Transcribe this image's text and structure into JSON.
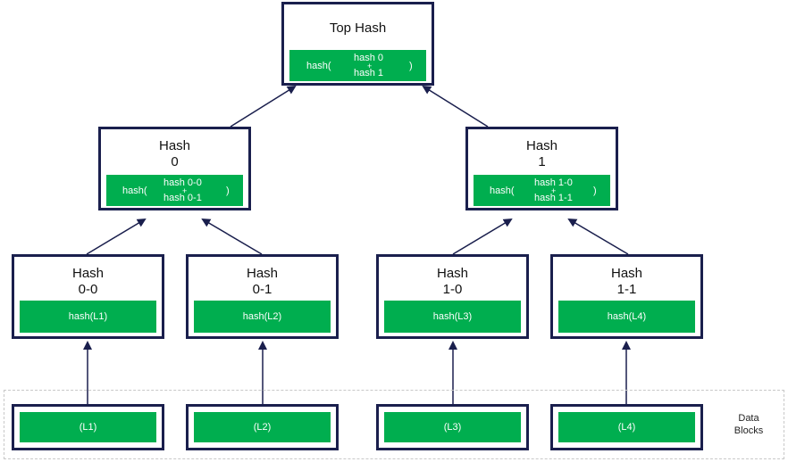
{
  "root": {
    "title": "Top Hash",
    "func": "hash(",
    "line1": "hash 0",
    "plus": "+",
    "line2": "hash 1",
    "close": ")"
  },
  "mid": [
    {
      "title1": "Hash",
      "title2": "0",
      "func": "hash(",
      "line1": "hash 0-0",
      "plus": "+",
      "line2": "hash 0-1",
      "close": ")"
    },
    {
      "title1": "Hash",
      "title2": "1",
      "func": "hash(",
      "line1": "hash 1-0",
      "plus": "+",
      "line2": "hash 1-1",
      "close": ")"
    }
  ],
  "leaves": [
    {
      "title1": "Hash",
      "title2": "0-0",
      "value": "hash(L1)"
    },
    {
      "title1": "Hash",
      "title2": "0-1",
      "value": "hash(L2)"
    },
    {
      "title1": "Hash",
      "title2": "1-0",
      "value": "hash(L3)"
    },
    {
      "title1": "Hash",
      "title2": "1-1",
      "value": "hash(L4)"
    }
  ],
  "data_blocks": {
    "label_line1": "Data",
    "label_line2": "Blocks",
    "items": [
      "(L1)",
      "(L2)",
      "(L3)",
      "(L4)"
    ]
  },
  "colors": {
    "border": "#1a1f4d",
    "green": "#00ae4f",
    "arrow": "#1a1f4d",
    "dashed": "#c8c8c8"
  }
}
